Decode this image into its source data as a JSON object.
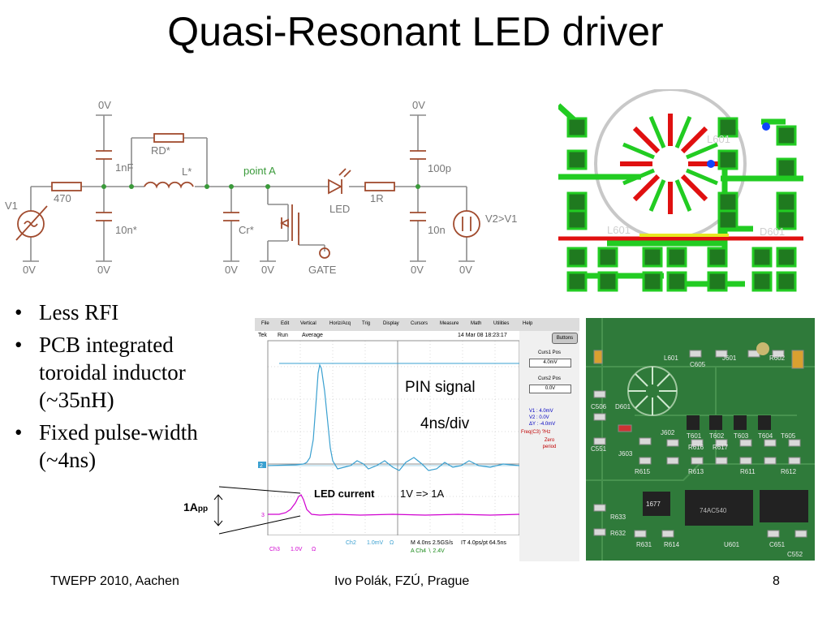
{
  "slide": {
    "title": "Quasi-Resonant LED driver"
  },
  "schematic": {
    "labels": {
      "gnd_top_left": "0V",
      "gnd_top_right": "0V",
      "rd": "RD*",
      "c1nf": "1nF",
      "l": "L*",
      "point_a": "point A",
      "c100p": "100p",
      "v1": "V1",
      "r470": "470",
      "r1r": "1R",
      "c10n_star": "10n*",
      "cr": "Cr*",
      "led": "LED",
      "c10n": "10n",
      "v2": "V2>V1",
      "gnd1": "0V",
      "gnd2": "0V",
      "gnd3": "0V",
      "gnd4": "0V",
      "gate": "GATE",
      "gnd5": "0V",
      "gnd6": "0V"
    }
  },
  "bullets": [
    {
      "lines": [
        "Less RFI"
      ]
    },
    {
      "lines": [
        "PCB integrated",
        "toroidal inductor",
        "(~35nH)"
      ]
    },
    {
      "lines": [
        "Fixed pulse-width",
        "(~4ns)"
      ]
    }
  ],
  "scope": {
    "menu": [
      "File",
      "Edit",
      "Vertical",
      "Horiz/Acq",
      "Trig",
      "Display",
      "Cursors",
      "Measure",
      "Math",
      "Utilities",
      "Help"
    ],
    "status": {
      "brand": "Tek",
      "mode": "Run",
      "acq": "Average",
      "datetime": "14 Mar 08 18:23:17"
    },
    "panel": {
      "buttons": "Buttons",
      "curs1_label": "Curs1 Pos",
      "curs1_value": "4.0mV",
      "curs2_label": "Curs2 Pos",
      "curs2_value": "0.0V",
      "v1": "V1 :    4.0mV",
      "v2": "V2 :    0.0V",
      "dv": "ΔY :   -4.0mV",
      "freq": "Freq(C3)   ?Hz",
      "zero": "Zero",
      "period": "period"
    },
    "bottom": {
      "ch3": "Ch3",
      "ch3_scale": "1.0V",
      "ch3_ohm": "Ω",
      "ch2": "Ch2",
      "ch2_scale": "1.0mV",
      "ch2_ohm": "Ω",
      "timebase": "M 4.0ns 2.5GS/s",
      "record": "IT 4.0ps/pt 64.5ns",
      "trigger": "A  Ch4  ∖  2.4V"
    },
    "markers": {
      "ch2": "2",
      "ch3": "3"
    },
    "pin_signal": "PIN signal",
    "time_div": "4ns/div",
    "led_current": "LED current",
    "led_scale": "1V => 1A",
    "amp_main": "1A",
    "amp_sub": "pp"
  },
  "pcb": {
    "labels": [
      "L601",
      "L601",
      "D601"
    ]
  },
  "photo": {
    "labels": [
      "L601",
      "J601",
      "R602",
      "C605",
      "C506",
      "D601",
      "J603",
      "J602",
      "R616",
      "R617",
      "R615",
      "R611",
      "R612",
      "R613",
      "C551",
      "R633",
      "1677",
      "R632",
      "R631",
      "R614",
      "U601",
      "C651",
      "C552",
      "74AC540",
      "T601",
      "T602",
      "T603",
      "T604",
      "T605"
    ]
  },
  "footer": {
    "left": "TWEPP 2010, Aachen",
    "center": "Ivo Polák, FZÚ, Prague",
    "right": "8"
  },
  "colors": {
    "schematic_wire": "#8c8c8c",
    "schematic_part": "#a14b2e",
    "schematic_text": "#777777",
    "point_a": "#3a9a3a",
    "ch2_trace": "#3aa0d0",
    "ch3_trace": "#d000d0",
    "pcb_pad": "#1f7a1f",
    "pcb_trace": "#22cc22",
    "pcb_red": "#e01010",
    "pcb_yellow": "#e8e820",
    "board_green": "#2f7a3a"
  }
}
